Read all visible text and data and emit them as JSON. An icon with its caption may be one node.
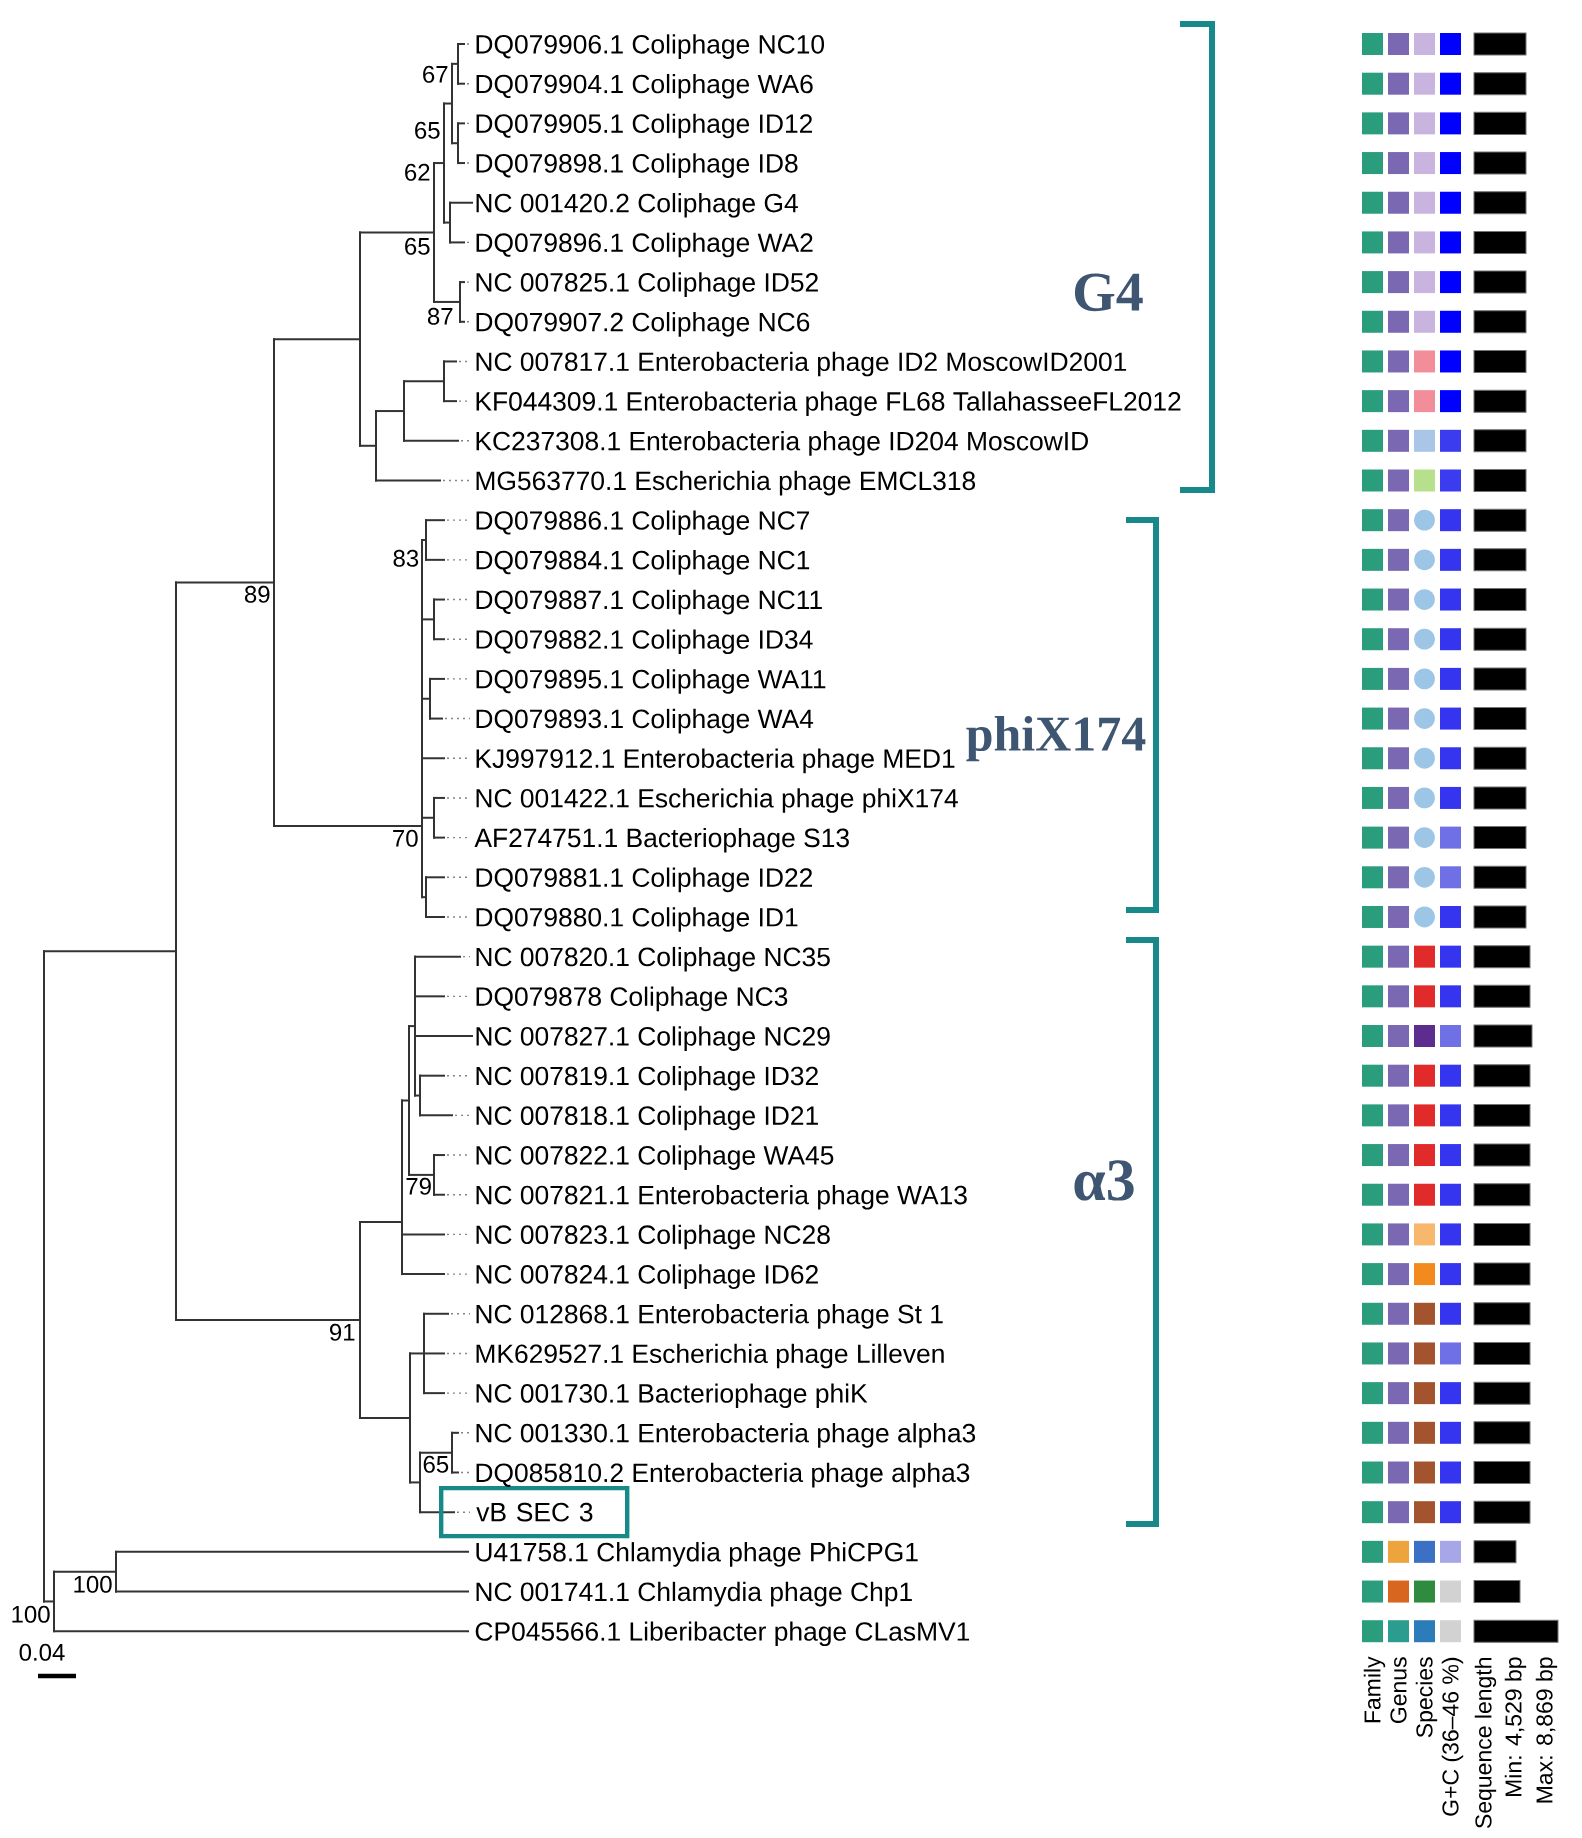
{
  "diagram": {
    "nodes": [
      {
        "text": [
          "vB SEC 3"
        ]
      }
    ],
    "labels": [
      "DQ079906.1 Coliphage NC10",
      "DQ079904.1 Coliphage WA6",
      "DQ079905.1 Coliphage ID12",
      "DQ079898.1 Coliphage ID8",
      "NC 001420.2 Coliphage G4",
      "DQ079896.1 Coliphage WA2",
      "NC 007825.1 Coliphage ID52",
      "DQ079907.2 Coliphage NC6",
      "NC 007817.1 Enterobacteria phage ID2 MoscowID2001",
      "KF044309.1 Enterobacteria phage FL68 TallahasseeFL2012",
      "KC237308.1 Enterobacteria phage ID204 MoscowID",
      "MG563770.1 Escherichia phage EMCL318",
      "DQ079886.1 Coliphage NC7",
      "DQ079884.1 Coliphage NC1",
      "DQ079887.1 Coliphage NC11",
      "DQ079882.1 Coliphage ID34",
      "DQ079895.1 Coliphage WA11",
      "DQ079893.1 Coliphage WA4",
      "KJ997912.1 Enterobacteria phage MED1",
      "NC 001422.1 Escherichia phage phiX174",
      "AF274751.1 Bacteriophage S13",
      "DQ079881.1 Coliphage ID22",
      "DQ079880.1 Coliphage ID1",
      "NC 007820.1 Coliphage NC35",
      "DQ079878 Coliphage NC3",
      "NC 007827.1 Coliphage NC29",
      "NC 007819.1 Coliphage ID32",
      "NC 007818.1 Coliphage ID21",
      "NC 007822.1 Coliphage WA45",
      "NC 007821.1 Enterobacteria phage WA13",
      "NC 007823.1 Coliphage NC28",
      "NC 007824.1 Coliphage ID62",
      "NC 012868.1 Enterobacteria phage St 1",
      "MK629527.1 Escherichia phage Lilleven",
      "NC 001730.1 Bacteriophage phiK",
      "NC 001330.1 Enterobacteria phage alpha3",
      "DQ085810.2 Enterobacteria phage alpha3",
      "U41758.1 Chlamydia phage PhiCPG1",
      "NC 001741.1 Chlamydia phage Chp1",
      "CP045566.1 Liberibacter phage CLasMV1",
      "67",
      "65",
      "62",
      "65",
      "87",
      "83",
      "89",
      "70",
      "79",
      "91",
      "65",
      "100",
      "100",
      "G4",
      "phiX174",
      "α3",
      "0.04",
      "Family",
      "Genus",
      "Species",
      "G+C (36–46 %)",
      "Sequence length",
      "Min: 4,529 bp",
      "Max: 8,869 bp"
    ]
  }
}
